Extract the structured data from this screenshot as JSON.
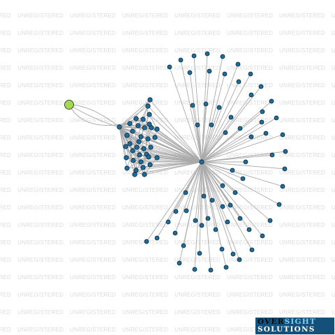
{
  "watermark": {
    "text": "UNREGISTERED",
    "color": "#dcdcdc"
  },
  "graph": {
    "edge_color": "#a9a9a9",
    "node_color": "#1b6d9c",
    "root_node_color": "#a6d84a",
    "root": {
      "id": "root",
      "color": "#a6d84a"
    },
    "hubs": [
      {
        "id": "hub-main",
        "links": "all"
      },
      {
        "id": "hub-cluster",
        "links": "cluster"
      }
    ],
    "cluster_size": 36,
    "outer_node_count": 68
  },
  "logo": {
    "word1a": "OVER",
    "word1b": "SIGHT",
    "word2": "SOLUTIONS",
    "background": "#14507a",
    "color_dark": "#0a0a0a",
    "color_light": "#7fd0f0",
    "color_white": "#ffffff"
  }
}
